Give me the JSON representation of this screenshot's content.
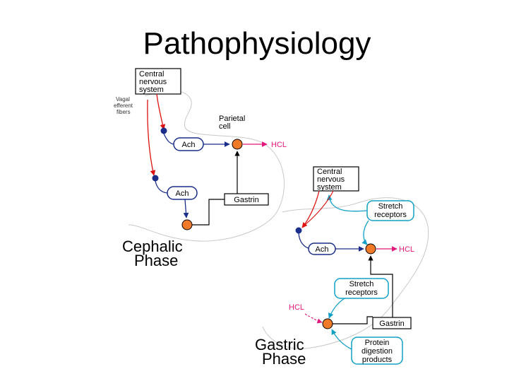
{
  "slide": {
    "title": "Pathophysiology"
  },
  "colors": {
    "nerve": "#dd1111",
    "ach_box": "#1a2e8a",
    "neuron_dot": "#1a2e8a",
    "cell": "#f07a28",
    "hcl": "#e0197a",
    "stretch": "#12a0c4",
    "outline": "#000000"
  },
  "cephalic": {
    "cns_lines": [
      "Central",
      "nervous",
      "system"
    ],
    "vagal_lines": [
      "Vagal",
      "efferent",
      "fibers"
    ],
    "parietal_lines": [
      "Parietal",
      "cell"
    ],
    "ach_top": "Ach",
    "ach_bottom": "Ach",
    "gastrin": "Gastrin",
    "hcl": "HCL",
    "phase_lines": [
      "Cephalic",
      "Phase"
    ]
  },
  "gastric": {
    "cns_lines": [
      "Central",
      "nervous",
      "system"
    ],
    "stretch_top_lines": [
      "Stretch",
      "receptors"
    ],
    "ach": "Ach",
    "hcl_right": "HCL",
    "stretch_mid_lines": [
      "Stretch",
      "receptors"
    ],
    "hcl_left": "HCL",
    "gastrin": "Gastrin",
    "protein_lines": [
      "Protein",
      "digestion",
      "products"
    ],
    "phase_lines": [
      "Gastric",
      "Phase"
    ]
  }
}
